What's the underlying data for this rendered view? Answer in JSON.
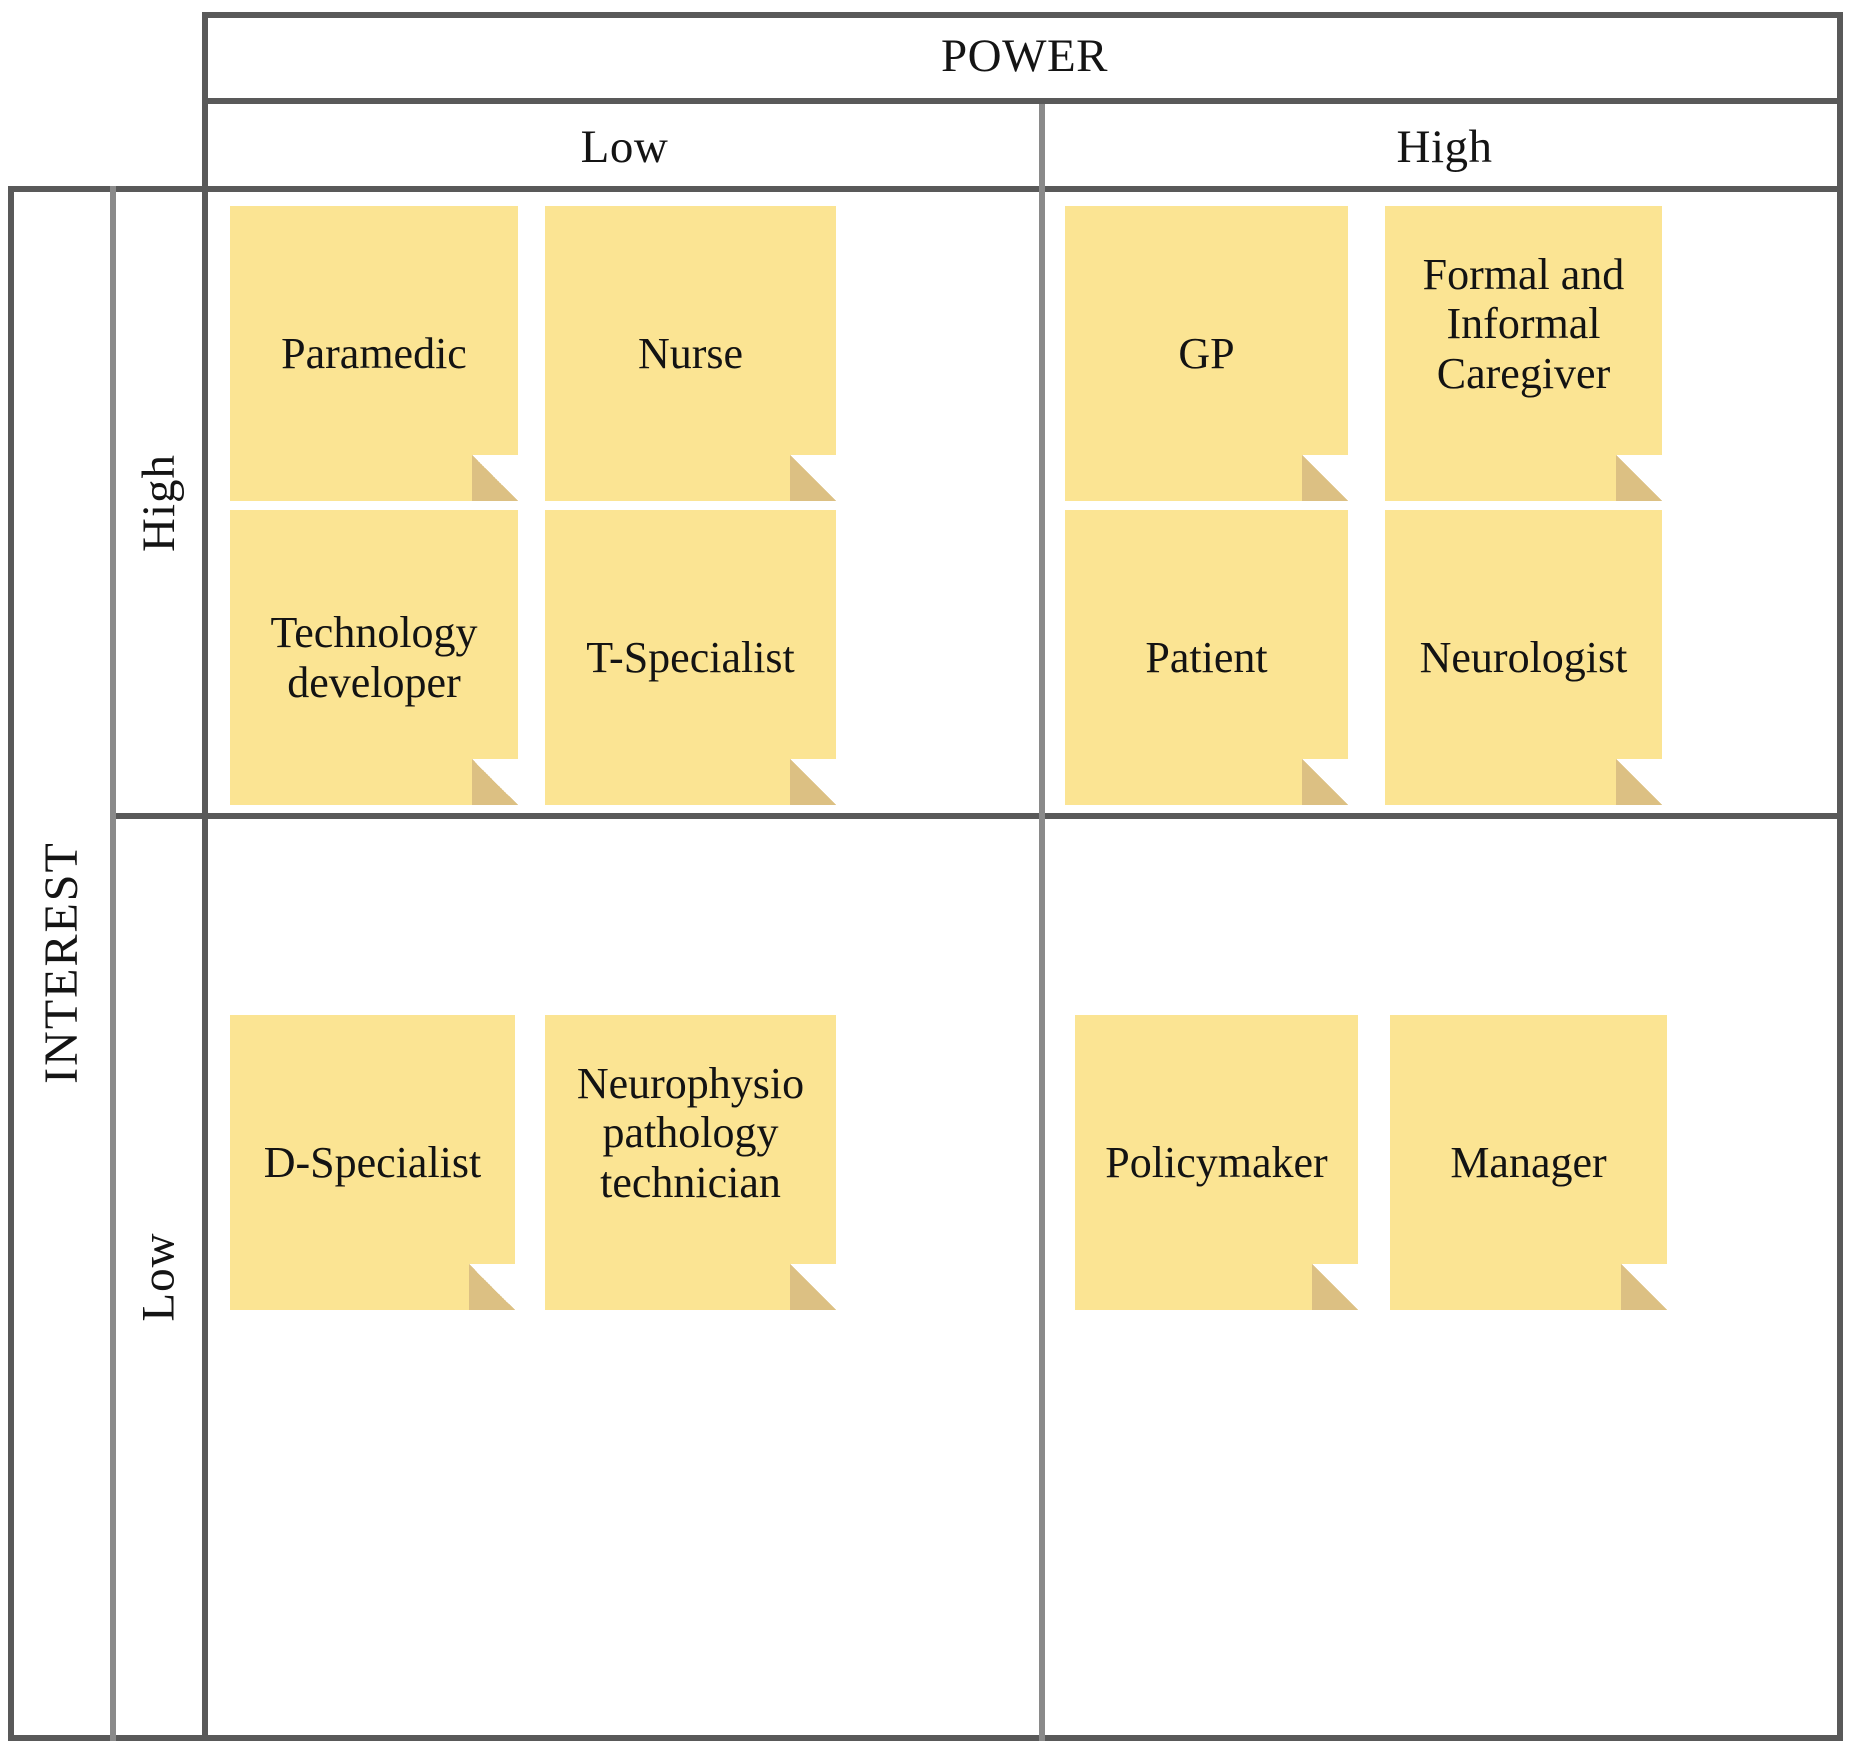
{
  "matrix": {
    "column_axis_title": "POWER",
    "row_axis_title": "INTEREST",
    "columns": [
      "Low",
      "High"
    ],
    "rows": [
      "High",
      "Low"
    ],
    "accent_color": "#FBE493",
    "fold_color": "#DCC083",
    "rule_color": "#595959"
  },
  "quadrants": {
    "low_power_high_interest": {
      "notes": [
        {
          "label": "Paramedic",
          "align": "center"
        },
        {
          "label": "Nurse",
          "align": "center"
        },
        {
          "label": "Technology developer",
          "align": "center"
        },
        {
          "label": "T-Specialist",
          "align": "center"
        }
      ]
    },
    "high_power_high_interest": {
      "notes": [
        {
          "label": "GP",
          "align": "center"
        },
        {
          "label": "Formal and Informal Caregiver",
          "align": "top"
        },
        {
          "label": "Patient",
          "align": "center"
        },
        {
          "label": "Neurologist",
          "align": "center"
        }
      ]
    },
    "low_power_low_interest": {
      "notes": [
        {
          "label": "D-Specialist",
          "align": "center"
        },
        {
          "label": "Neurophysio pathology technician",
          "align": "top"
        }
      ]
    },
    "high_power_low_interest": {
      "notes": [
        {
          "label": "Policymaker",
          "align": "center"
        },
        {
          "label": "Manager",
          "align": "center"
        }
      ]
    }
  },
  "chart_data": {
    "type": "table",
    "title": "POWER",
    "xlabel": "POWER",
    "ylabel": "INTEREST",
    "x_categories": [
      "Low",
      "High"
    ],
    "y_categories": [
      "High",
      "Low"
    ],
    "cells": [
      {
        "power": "Low",
        "interest": "High",
        "items": [
          "Paramedic",
          "Nurse",
          "Technology developer",
          "T-Specialist"
        ]
      },
      {
        "power": "High",
        "interest": "High",
        "items": [
          "GP",
          "Formal and Informal Caregiver",
          "Patient",
          "Neurologist"
        ]
      },
      {
        "power": "Low",
        "interest": "Low",
        "items": [
          "D-Specialist",
          "Neurophysio pathology technician"
        ]
      },
      {
        "power": "High",
        "interest": "Low",
        "items": [
          "Policymaker",
          "Manager"
        ]
      }
    ],
    "legend": [],
    "grid": true
  }
}
